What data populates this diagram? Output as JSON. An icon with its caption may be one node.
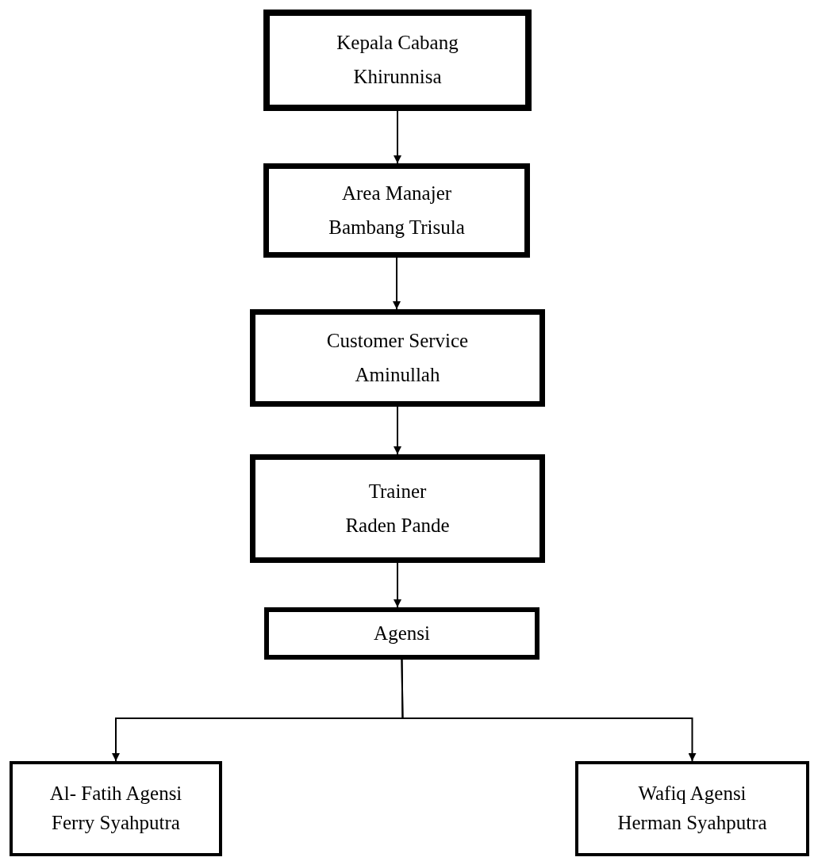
{
  "diagram": {
    "nodes": [
      {
        "text": [
          "Kepala Cabang",
          "Khirunnisa"
        ]
      },
      {
        "text": [
          "Area Manajer",
          "Bambang Trisula"
        ]
      },
      {
        "text": [
          "Customer Service",
          "Aminullah"
        ]
      },
      {
        "text": [
          "Trainer",
          "Raden Pande"
        ]
      },
      {
        "text": [
          "Agensi"
        ]
      },
      {
        "text": [
          "Al- Fatih Agensi",
          "Ferry Syahputra"
        ]
      },
      {
        "text": [
          "Wafiq Agensi",
          "Herman Syahputra"
        ]
      }
    ],
    "edges": [
      {
        "from": 0,
        "to": 1,
        "arrow": "to"
      },
      {
        "from": 1,
        "to": 2,
        "arrow": "to"
      },
      {
        "from": 2,
        "to": 3,
        "arrow": "to"
      },
      {
        "from": 3,
        "to": 4,
        "arrow": "to"
      },
      {
        "from": 4,
        "to": 5,
        "arrow": "to"
      },
      {
        "from": 4,
        "to": 6,
        "arrow": "to"
      }
    ]
  }
}
